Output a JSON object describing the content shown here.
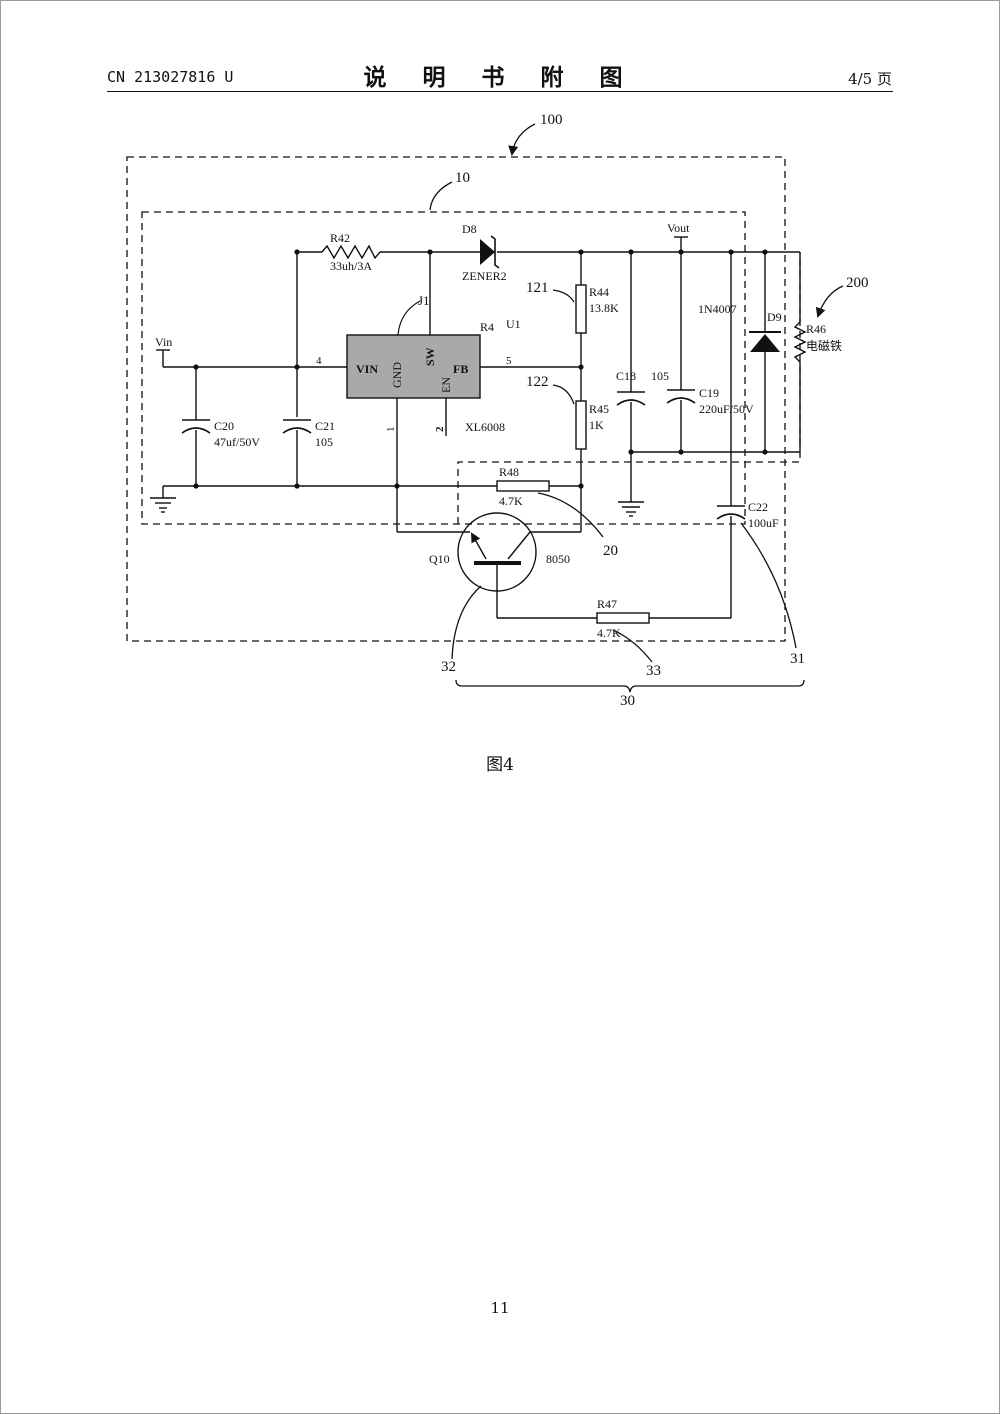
{
  "header": {
    "patent_number": "CN 213027816 U",
    "title": "说 明 书 附 图",
    "page": "4/5 页"
  },
  "figure": {
    "caption": "图4",
    "ref_labels": {
      "r100": "100",
      "r10": "10",
      "r200": "200",
      "r121": "121",
      "r122": "122",
      "r20": "20",
      "r30": "30",
      "r31": "31",
      "r32": "32",
      "r33": "33"
    },
    "components": {
      "vin": "Vin",
      "vout": "Vout",
      "r42_name": "R42",
      "r42_value": "33uh/3A",
      "d8_name": "D8",
      "d8_value": "ZENER2",
      "r44_name": "R44",
      "r44_value": "13.8K",
      "r45_name": "R45",
      "r45_value": "1K",
      "u1_name": "U1",
      "u1_part": "XL6008",
      "u1_ref": "R4",
      "u1_link": "J1",
      "pin_vin": "VIN",
      "pin_gnd": "GND",
      "pin_sw": "SW",
      "pin_en": "EN",
      "pin_fb": "FB",
      "pin4": "4",
      "pin5": "5",
      "pin1": "1",
      "pin2": "2",
      "c20_name": "C20",
      "c20_value": "47uf/50V",
      "c21_name": "C21",
      "c21_value": "105",
      "c18_name": "C18",
      "c18_value": "105",
      "c19_name": "C19",
      "c19_value": "220uF/50V",
      "d9_part": "1N4007",
      "d9_name": "D9",
      "r46_name": "R46",
      "r46_value": "电磁铁",
      "r48_name": "R48",
      "r48_value": "4.7K",
      "q10_name": "Q10",
      "q10_part": "8050",
      "r47_name": "R47",
      "r47_value": "4.7K",
      "c22_name": "C22",
      "c22_value": "100uF"
    }
  },
  "page_number": "11"
}
